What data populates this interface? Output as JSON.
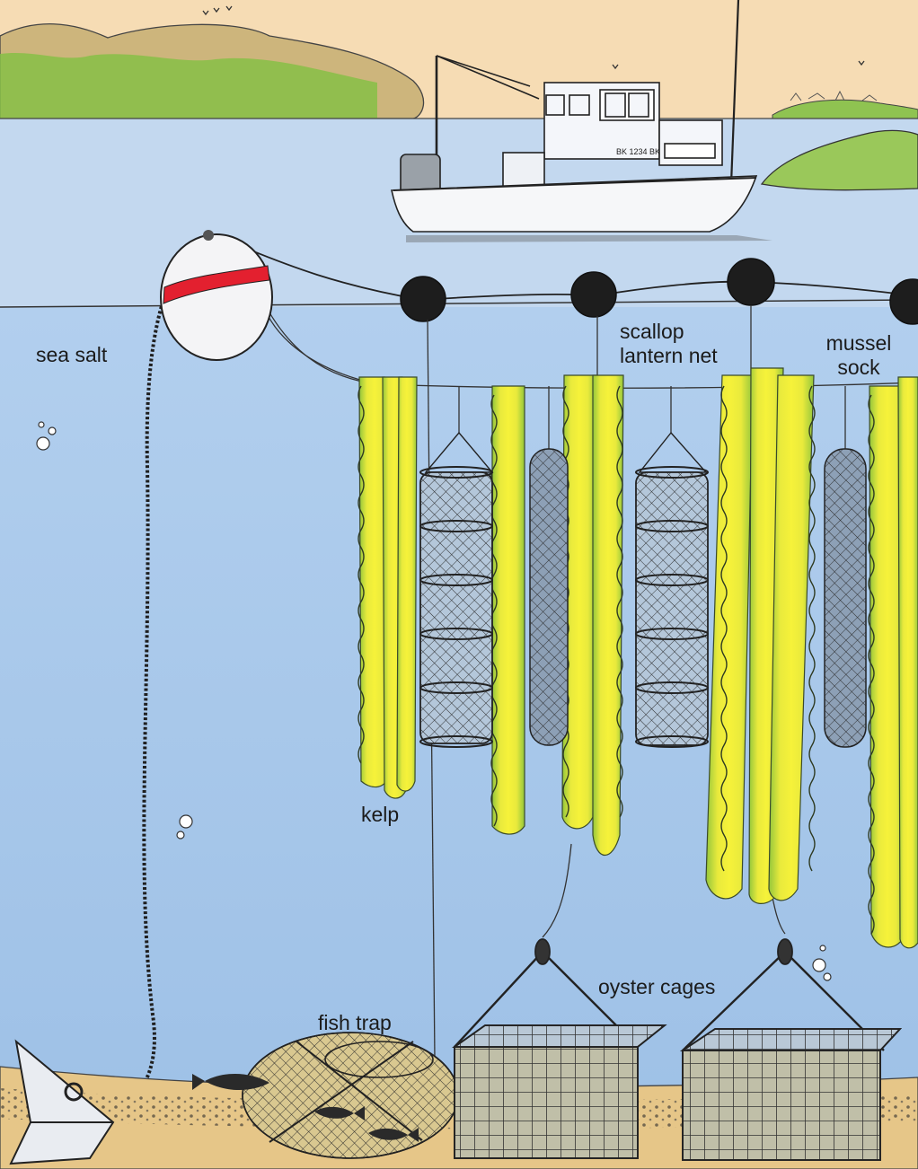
{
  "labels": {
    "sea_salt": "sea salt",
    "scallop_lantern_net_line1": "scallop",
    "scallop_lantern_net_line2": "lantern net",
    "mussel_sock_line1": "mussel",
    "mussel_sock_line2": "sock",
    "kelp": "kelp",
    "fish_trap": "fish trap",
    "oyster_cages": "oyster cages"
  },
  "boat": {
    "hull_marking": "BK 1234 BK"
  },
  "colors": {
    "sky": "#f6dcb4",
    "sea_surface": "#c3d8ef",
    "water": "#a6c7ea",
    "water_deep": "#9fc1e6",
    "kelp_yellow": "#f2ee36",
    "kelp_edge": "#7cbd3a",
    "float_black": "#1d1d1d",
    "buoy_stripe": "#e3202f",
    "seabed": "#e6c688",
    "hill_green": "#7fbf3a",
    "hill_sand": "#c9b27a"
  }
}
